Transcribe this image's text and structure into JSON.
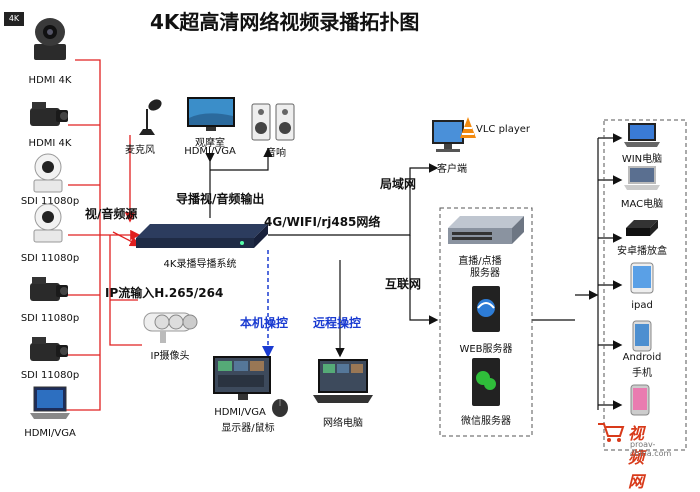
{
  "title": "4K超高清网络视频录播拓扑图",
  "left_sources": [
    {
      "label": "HDMI 4K",
      "icon": "ptz-4k-camera-icon"
    },
    {
      "label": "HDMI 4K",
      "icon": "camcorder-icon"
    },
    {
      "label": "SDI 11080p",
      "icon": "ptz-camera-icon"
    },
    {
      "label": "SDI 11080p",
      "icon": "ptz-camera-icon"
    },
    {
      "label": "SDI 11080p",
      "icon": "camcorder-icon"
    },
    {
      "label": "SDI 11080p",
      "icon": "camcorder-icon"
    },
    {
      "label": "HDMI/VGA",
      "icon": "laptop-icon"
    }
  ],
  "av_source_label": "视/音频源",
  "ip_input_label": "IP流输入H.265/264",
  "ip_camera_label": "IP摄像头",
  "mic_label": "麦克风",
  "viewing_room_label": "观摩室",
  "viewing_room_sub": "HDMI/VGA",
  "speaker_label": "音响",
  "output_label": "导播视/音频输出",
  "recorder_label": "4K录播导播系统",
  "network_label": "4G/WIFI/rj485网络",
  "lan_label": "局域网",
  "internet_label": "互联网",
  "vlc_label": "VLC player",
  "client_label": "客户端",
  "local_control_label": "本机操控",
  "remote_control_label": "远程操控",
  "display_label": "HDMI/VGA",
  "display_sub": "显示器/鼠标",
  "network_pc_label": "网络电脑",
  "servers": [
    {
      "line1": "直播/点播",
      "line2": "服务器",
      "icon": "streaming-server-icon"
    },
    {
      "line1": "WEB服务器",
      "line2": "",
      "icon": "web-server-icon"
    },
    {
      "line1": "微信服务器",
      "line2": "",
      "icon": "wechat-server-icon"
    }
  ],
  "endpoints": [
    {
      "line1": "WIN电脑",
      "line2": "",
      "icon": "win-laptop-icon"
    },
    {
      "line1": "MAC电脑",
      "line2": "",
      "icon": "mac-laptop-icon"
    },
    {
      "line1": "安卓播放盒",
      "line2": "",
      "icon": "android-box-icon"
    },
    {
      "line1": "ipad",
      "line2": "",
      "icon": "ipad-icon"
    },
    {
      "line1": "Android",
      "line2": "手机",
      "icon": "android-phone-icon"
    },
    {
      "line1": "",
      "line2": "",
      "icon": "iphone-icon"
    }
  ],
  "watermark": {
    "brand": "视频网",
    "url": "proav-china.com"
  },
  "colors": {
    "red_line": "#e02020",
    "black_line": "#111111",
    "blue_arrow": "#1a3bd1"
  }
}
